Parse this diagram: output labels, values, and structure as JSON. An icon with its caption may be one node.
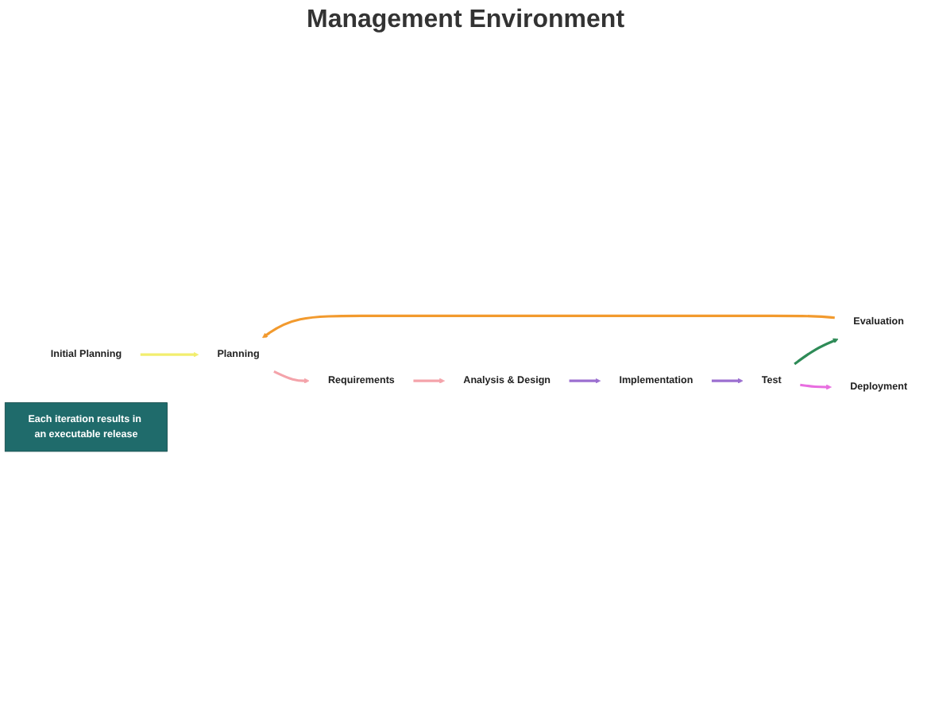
{
  "diagram": {
    "nodes": [
      {
        "text": [
          "Initial Planning"
        ]
      },
      {
        "text": [
          "Planning"
        ]
      },
      {
        "text": [
          "Requirements"
        ]
      },
      {
        "text": [
          "Analysis & Design"
        ]
      },
      {
        "text": [
          "Implementation"
        ]
      },
      {
        "text": [
          "Test"
        ]
      },
      {
        "text": [
          "Evaluation"
        ]
      },
      {
        "text": [
          "Deployment"
        ]
      },
      {
        "text": [
          "Each iteration results in an executable release"
        ]
      }
    ],
    "edges": [
      {
        "from": 0,
        "to": 1,
        "arrow": "to",
        "color": "#f2ee6e"
      },
      {
        "from": 1,
        "to": 2,
        "arrow": "to",
        "color": "#f4a3aa"
      },
      {
        "from": 2,
        "to": 3,
        "arrow": "to",
        "color": "#f4a3aa"
      },
      {
        "from": 3,
        "to": 4,
        "arrow": "to",
        "color": "#9b6fd0"
      },
      {
        "from": 4,
        "to": 5,
        "arrow": "to",
        "color": "#9b6fd0"
      },
      {
        "from": 5,
        "to": 6,
        "arrow": "to",
        "color": "#2e8b57"
      },
      {
        "from": 6,
        "to": 1,
        "arrow": "to",
        "color": "#f29a2e"
      },
      {
        "from": 5,
        "to": 7,
        "arrow": "to",
        "color": "#e86ee0"
      }
    ],
    "labels": [
      "Management Environment"
    ]
  }
}
